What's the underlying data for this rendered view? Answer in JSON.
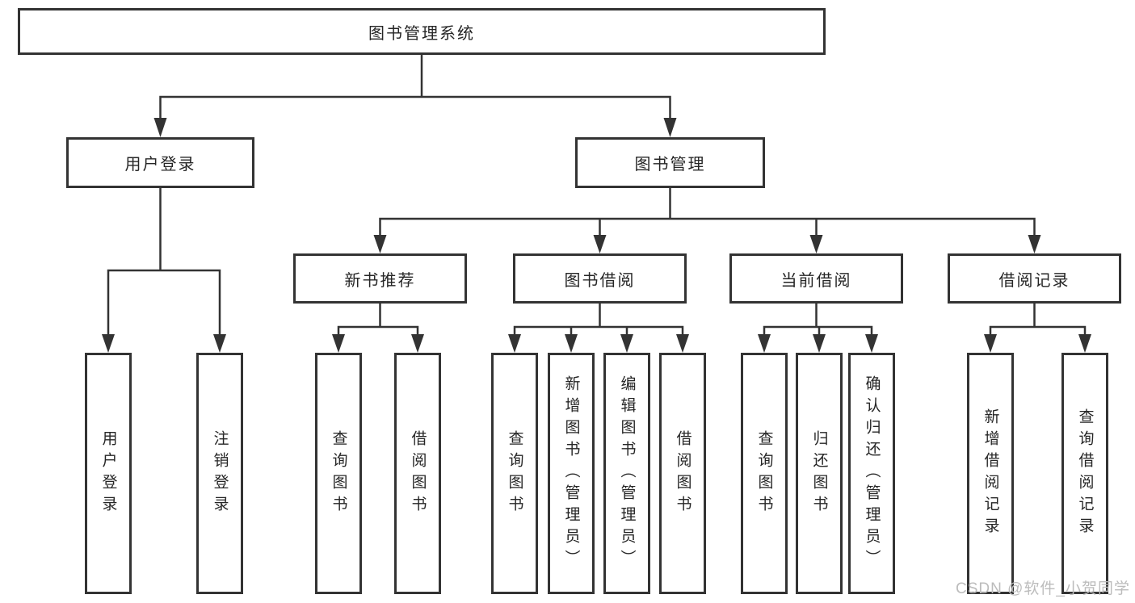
{
  "diagram": {
    "root": "图书管理系统",
    "level2": [
      "用户登录",
      "图书管理"
    ],
    "level3": [
      "新书推荐",
      "图书借阅",
      "当前借阅",
      "借阅记录"
    ],
    "leaves": {
      "user_login": [
        "用户登录",
        "注销登录"
      ],
      "new_book_recommend": [
        "查询图书",
        "借阅图书"
      ],
      "book_borrow": [
        "查询图书",
        "新增图书（管理员）",
        "编辑图书（管理员）",
        "借阅图书"
      ],
      "current_borrow": [
        "查询图书",
        "归还图书",
        "确认归还（管理员）"
      ],
      "borrow_records": [
        "新增借阅记录",
        "查询借阅记录"
      ]
    }
  },
  "watermark": "CSDN @软件_小贺同学",
  "colors": {
    "line": "#333333",
    "text": "#262626",
    "watermark": "#bcbcbc",
    "background": "#ffffff"
  }
}
